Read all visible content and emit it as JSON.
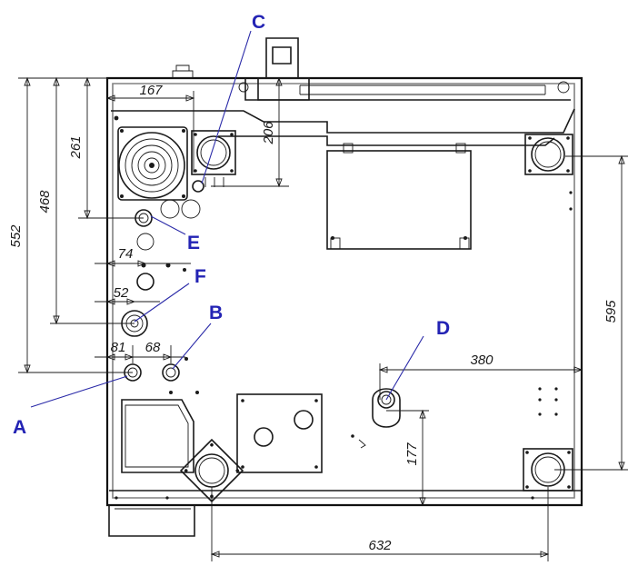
{
  "labels": {
    "a": "A",
    "b": "B",
    "c": "C",
    "d": "D",
    "e": "E",
    "f": "F"
  },
  "dimensions": {
    "d552": "552",
    "d468": "468",
    "d261": "261",
    "d167": "167",
    "d206": "206",
    "d74": "74",
    "d52": "52",
    "d81": "81",
    "d68": "68",
    "d380": "380",
    "d177": "177",
    "d595": "595",
    "d632": "632"
  },
  "colors": {
    "line": "#1a1a1a",
    "letter": "#2323b4",
    "leader": "#2a2aa8"
  }
}
